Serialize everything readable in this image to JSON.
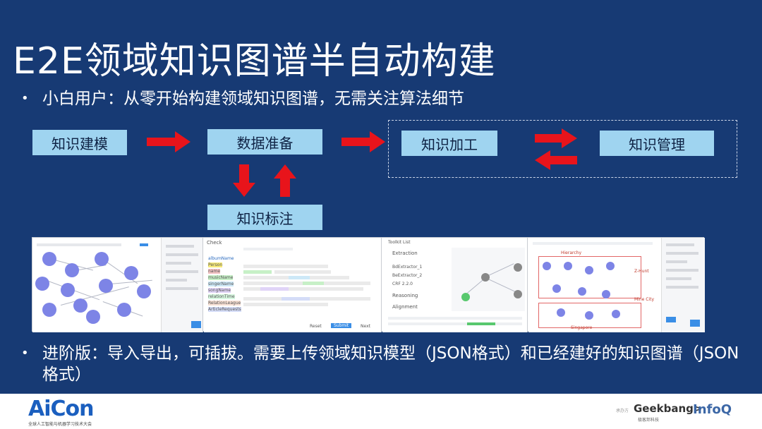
{
  "slide": {
    "title": "E2E领域知识图谱半自动构建",
    "bullet1": "小白用户：从零开始构建领域知识图谱，无需关注算法细节",
    "bullet2": "进阶版：导入导出，可插拔。需要上传领域知识模型（JSON格式）和已经建好的知识图谱（JSON格式）",
    "bullet_symbol": "•"
  },
  "flow": {
    "modeling": "知识建模",
    "prep": "数据准备",
    "annotate": "知识标注",
    "process": "知识加工",
    "manage": "知识管理"
  },
  "screenshots": {
    "s2": {
      "header": "Check",
      "tags": [
        "albumName",
        "Person",
        "name",
        "musicName",
        "singerName",
        "songName",
        "relationTime",
        "RelationLeague",
        "ArticleRequests"
      ],
      "btn_reset": "Reset",
      "btn_submit": "Submit",
      "btn_next": "Next"
    },
    "s3": {
      "header": "Toolkit List",
      "items": [
        "Extraction",
        "BdExtractor_1",
        "BeExtractor_2",
        "CRF 2.2.0",
        "Reasoning",
        "Alignment"
      ]
    },
    "s4": {
      "box_labels": [
        "Hierarchy",
        "Z-Hunt",
        "Mine City",
        "Singapore"
      ]
    }
  },
  "footer": {
    "logo": "AiCon",
    "logo_sub": "全球人工智能与机器学习技术大会",
    "small": "承办方",
    "geek": "Geekbang>.",
    "geek_sub": "极客邦科技",
    "infoq": "InfoQ"
  },
  "colors": {
    "background": "#173a74",
    "box": "#9fd4f0",
    "arrow": "#e8141b",
    "node": "#7d84e6"
  }
}
